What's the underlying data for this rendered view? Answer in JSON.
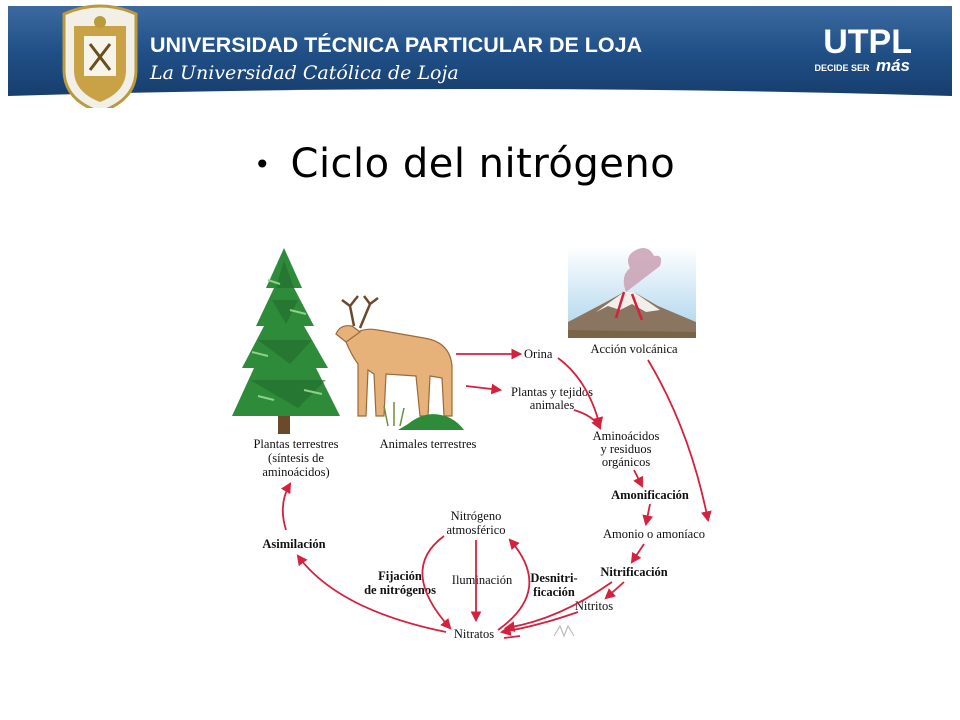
{
  "header": {
    "university_name": "UNIVERSIDAD TÉCNICA PARTICULAR DE LOJA",
    "tagline": "La Universidad Católica de Loja",
    "brand": "UTPL",
    "slogan_prefix": "DECIDE SER",
    "slogan_word": "más"
  },
  "slide": {
    "title": "Ciclo del nitrógeno"
  },
  "diagram": {
    "labels": {
      "plantas_1": "Plantas terrestres",
      "plantas_2": "(síntesis de",
      "plantas_3": "aminoácidos)",
      "animales": "Animales terrestres",
      "orina": "Orina",
      "volcanica": "Acción volcánica",
      "tejidos_1": "Plantas y tejidos",
      "tejidos_2": "animales",
      "amino_1": "Aminoácidos",
      "amino_2": "y residuos",
      "amino_3": "orgánicos",
      "amonificacion": "Amonificación",
      "amonio": "Amonio o amoníaco",
      "nitrificacion": "Nitrificación",
      "nitritos": "Nitritos",
      "nitratos": "Nitratos",
      "asimilacion": "Asimilación",
      "atmos_1": "Nitrógeno",
      "atmos_2": "atmosférico",
      "fijacion_1": "Fijación",
      "fijacion_2": "de nitrógenos",
      "iluminacion": "Iluminación",
      "desnitri_1": "Desnitri-",
      "desnitri_2": "ficación"
    }
  },
  "colors": {
    "banner": "#1f4f86",
    "arrow": "#d4213d",
    "tree": "#2e8b3a",
    "deer": "#e6b27a"
  }
}
